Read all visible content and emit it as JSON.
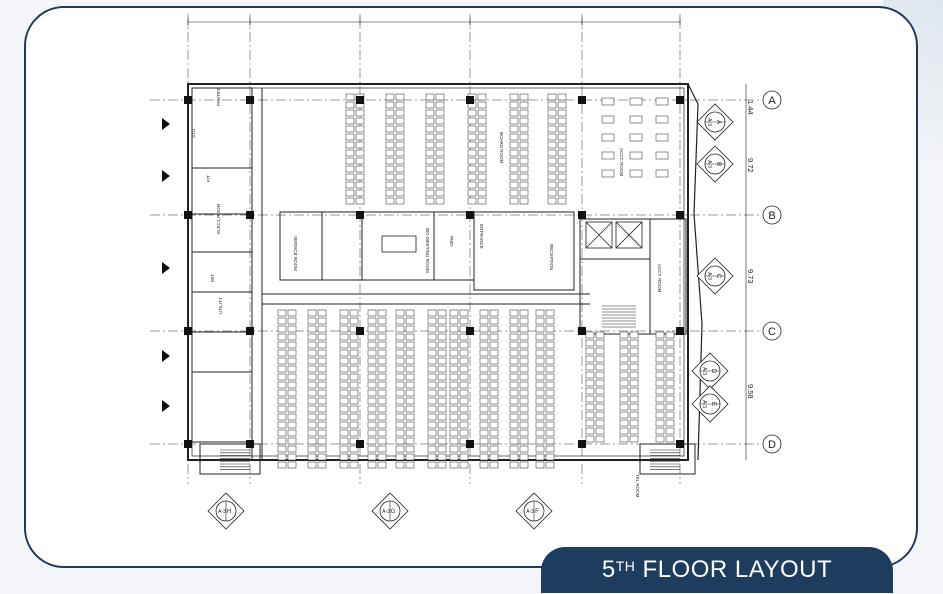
{
  "title": {
    "prefix": "5",
    "sup": "TH",
    "rest": " FLOOR LAYOUT"
  },
  "grid_rows": [
    "A",
    "B",
    "C",
    "D"
  ],
  "dims": [
    "1.44",
    "9.72",
    "9.73",
    "9.58"
  ],
  "sections": [
    {
      "top": "A",
      "bottom": "A-3",
      "id": "sec-a"
    },
    {
      "top": "B",
      "bottom": "A-3",
      "id": "sec-b"
    },
    {
      "top": "C",
      "bottom": "A-3",
      "id": "sec-c"
    },
    {
      "top": "D",
      "bottom": "A-3",
      "id": "sec-d"
    },
    {
      "top": "E",
      "bottom": "A-3",
      "id": "sec-e"
    },
    {
      "top": "G",
      "bottom": "A-3",
      "id": "sec-g"
    },
    {
      "top": "F",
      "bottom": "A-3",
      "id": "sec-f"
    },
    {
      "top": "H",
      "bottom": "A-3",
      "id": "sec-h"
    }
  ],
  "rooms": {
    "pantry": "PANTRY",
    "std": "STD",
    "service": "SERVICE ROOM",
    "pwd": "PWD",
    "meeting": "BIG MEETING ROOM",
    "entrance": "ENTRANCE",
    "reception": "RECEPTION",
    "elec": "ELEC'L ROOM",
    "acct1": "ACCT. ROOM",
    "acct2": "ACCT. ROOM",
    "tel": "TEL ROOM",
    "utility": "UTILITY",
    "board": "BOARD ROOM",
    "mr": "M/T",
    "ft": "F/T"
  },
  "colors": {
    "frame": "#1f3a5a",
    "tab": "#1c3d5e",
    "line": "#222222"
  }
}
